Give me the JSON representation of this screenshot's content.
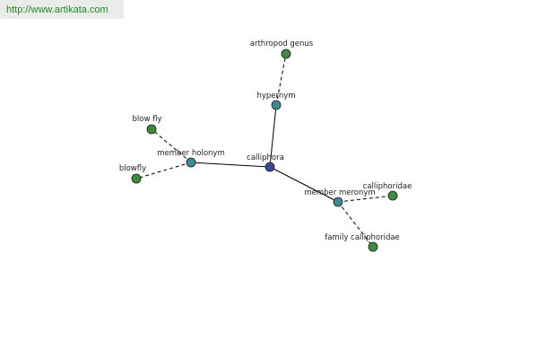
{
  "header": {
    "url": "http://www.artikata.com"
  },
  "graph": {
    "colors": {
      "center": "#3d4a8f",
      "relation": "#3e8a95",
      "term": "#3f8a3f",
      "edge": "#000000"
    },
    "nodes": [
      {
        "id": "calliphora",
        "label": "calliphora",
        "kind": "center"
      },
      {
        "id": "hypernym",
        "label": "hypernym",
        "kind": "relation"
      },
      {
        "id": "arthropod-genus",
        "label": "arthropod genus",
        "kind": "term"
      },
      {
        "id": "member-holonym",
        "label": "member holonym",
        "kind": "relation"
      },
      {
        "id": "blow-fly",
        "label": "blow fly",
        "kind": "term"
      },
      {
        "id": "blowfly",
        "label": "blowfly",
        "kind": "term"
      },
      {
        "id": "member-meronym",
        "label": "member meronym",
        "kind": "relation"
      },
      {
        "id": "calliphoridae",
        "label": "calliphoridae",
        "kind": "term"
      },
      {
        "id": "family-calliphoridae",
        "label": "family calliphoridae",
        "kind": "term"
      }
    ],
    "edges": [
      {
        "from": "calliphora",
        "to": "hypernym",
        "style": "solid"
      },
      {
        "from": "hypernym",
        "to": "arthropod-genus",
        "style": "dashed"
      },
      {
        "from": "calliphora",
        "to": "member-holonym",
        "style": "solid"
      },
      {
        "from": "member-holonym",
        "to": "blow-fly",
        "style": "dashed"
      },
      {
        "from": "member-holonym",
        "to": "blowfly",
        "style": "dashed"
      },
      {
        "from": "calliphora",
        "to": "member-meronym",
        "style": "solid"
      },
      {
        "from": "member-meronym",
        "to": "calliphoridae",
        "style": "dashed"
      },
      {
        "from": "member-meronym",
        "to": "family-calliphoridae",
        "style": "dashed"
      }
    ]
  }
}
